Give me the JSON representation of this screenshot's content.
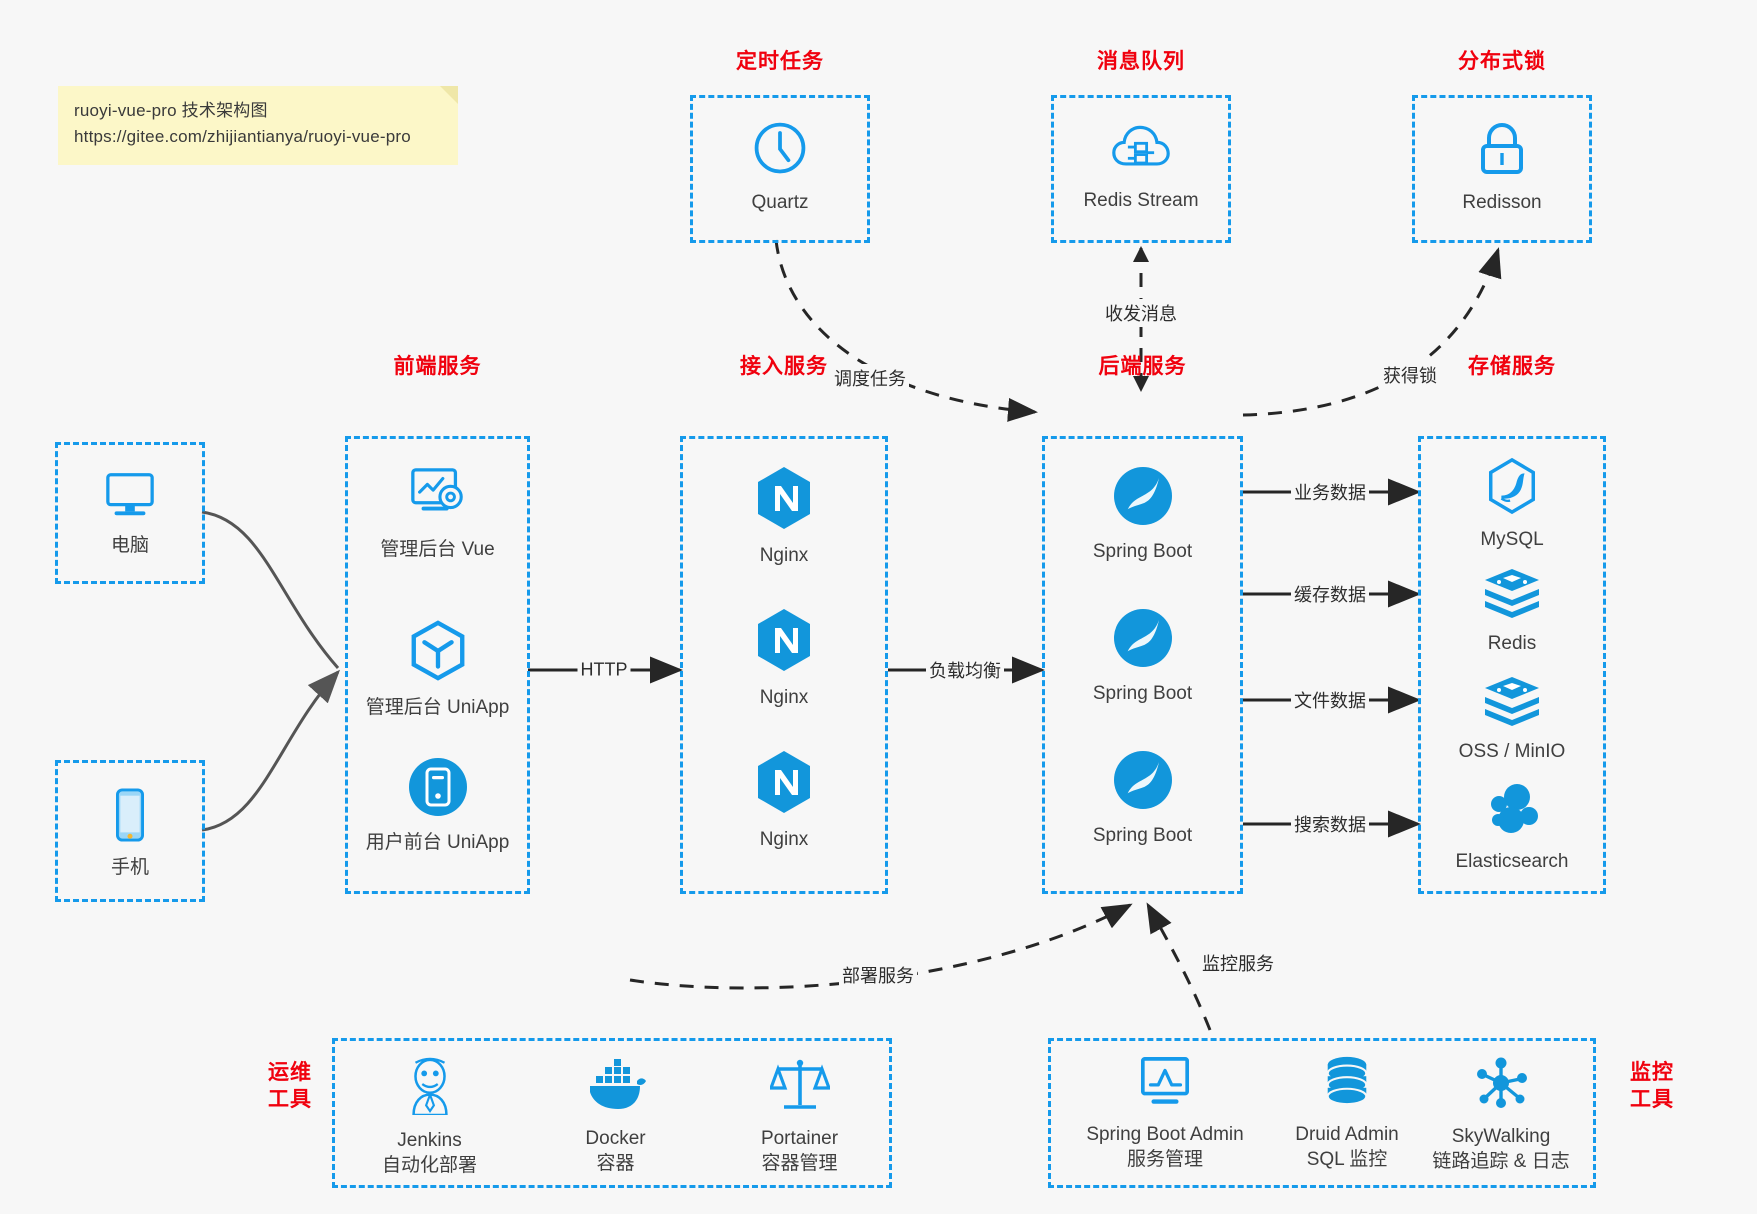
{
  "note": {
    "line1": "ruoyi-vue-pro 技术架构图",
    "line2": "https://gitee.com/zhijiantianya/ruoyi-vue-pro"
  },
  "colors": {
    "accent_blue": "#159aeb",
    "icon_blue": "#1296db",
    "title_red": "#f0010e",
    "background": "#f7f7f7",
    "arrow_dark": "#262626",
    "curve_gray": "#555555",
    "note_yellow": "#fcf7c8"
  },
  "groups": {
    "scheduled_task": {
      "title": "定时任务",
      "nodes": [
        {
          "label": "Quartz",
          "icon": "clock-icon"
        }
      ]
    },
    "message_queue": {
      "title": "消息队列",
      "nodes": [
        {
          "label": "Redis Stream",
          "icon": "cloud-stream-icon"
        }
      ]
    },
    "distributed_lock": {
      "title": "分布式锁",
      "nodes": [
        {
          "label": "Redisson",
          "icon": "lock-icon"
        }
      ]
    },
    "clients": {
      "nodes": [
        {
          "label": "电脑",
          "icon": "desktop-monitor-icon"
        },
        {
          "label": "手机",
          "icon": "mobile-phone-icon"
        }
      ]
    },
    "frontend": {
      "title": "前端服务",
      "nodes": [
        {
          "label": "管理后台 Vue",
          "icon": "dashboard-settings-icon"
        },
        {
          "label": "管理后台 UniApp",
          "icon": "cube-hexagon-icon"
        },
        {
          "label": "用户前台 UniApp",
          "icon": "app-circle-icon"
        }
      ]
    },
    "gateway": {
      "title": "接入服务",
      "nodes": [
        {
          "label": "Nginx",
          "icon": "nginx-icon"
        },
        {
          "label": "Nginx",
          "icon": "nginx-icon"
        },
        {
          "label": "Nginx",
          "icon": "nginx-icon"
        }
      ]
    },
    "backend": {
      "title": "后端服务",
      "nodes": [
        {
          "label": "Spring Boot",
          "icon": "spring-boot-icon"
        },
        {
          "label": "Spring Boot",
          "icon": "spring-boot-icon"
        },
        {
          "label": "Spring Boot",
          "icon": "spring-boot-icon"
        }
      ]
    },
    "storage": {
      "title": "存储服务",
      "nodes": [
        {
          "label": "MySQL",
          "icon": "mysql-dolphin-icon"
        },
        {
          "label": "Redis",
          "icon": "redis-stack-icon"
        },
        {
          "label": "OSS / MinIO",
          "icon": "redis-stack-icon"
        },
        {
          "label": "Elasticsearch",
          "icon": "elasticsearch-icon"
        }
      ]
    },
    "devops": {
      "title": "运维\n工具",
      "title_line1": "运维",
      "title_line2": "工具",
      "nodes": [
        {
          "label": "Jenkins",
          "sublabel": "自动化部署",
          "icon": "jenkins-butler-icon"
        },
        {
          "label": "Docker",
          "sublabel": "容器",
          "icon": "docker-whale-icon"
        },
        {
          "label": "Portainer",
          "sublabel": "容器管理",
          "icon": "scales-balance-icon"
        }
      ]
    },
    "monitoring": {
      "title_line1": "监控",
      "title_line2": "工具",
      "nodes": [
        {
          "label": "Spring Boot Admin",
          "sublabel": "服务管理",
          "icon": "monitor-chart-icon"
        },
        {
          "label": "Druid Admin",
          "sublabel": "SQL 监控",
          "icon": "database-cylinder-icon"
        },
        {
          "label": "SkyWalking",
          "sublabel": "链路追踪 & 日志",
          "icon": "network-nodes-icon"
        }
      ]
    }
  },
  "edges": [
    {
      "id": "client-to-frontend",
      "label": "",
      "style": "solid-curve"
    },
    {
      "id": "frontend-to-gateway",
      "label": "HTTP",
      "style": "solid"
    },
    {
      "id": "gateway-to-backend",
      "label": "负载均衡",
      "style": "solid"
    },
    {
      "id": "quartz-to-backend",
      "label": "调度任务",
      "style": "dashed-curve"
    },
    {
      "id": "mq-to-backend",
      "label": "收发消息",
      "style": "dashed-bidirectional"
    },
    {
      "id": "backend-to-lock",
      "label": "获得锁",
      "style": "dashed-curve"
    },
    {
      "id": "backend-to-mysql",
      "label": "业务数据",
      "style": "solid"
    },
    {
      "id": "backend-to-redis",
      "label": "缓存数据",
      "style": "solid"
    },
    {
      "id": "backend-to-oss",
      "label": "文件数据",
      "style": "solid"
    },
    {
      "id": "backend-to-es",
      "label": "搜索数据",
      "style": "solid"
    },
    {
      "id": "devops-to-backend",
      "label": "部署服务",
      "style": "dashed-curve"
    },
    {
      "id": "monitoring-to-backend",
      "label": "监控服务",
      "style": "dashed-curve"
    }
  ]
}
